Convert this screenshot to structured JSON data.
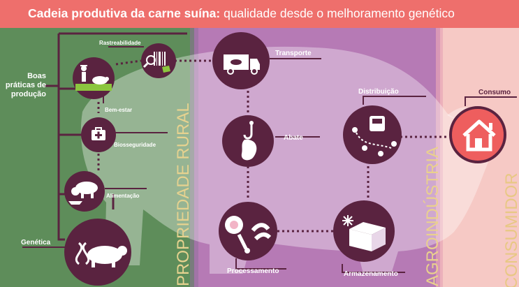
{
  "header": {
    "title_bold": "Cadeia produtiva da carne suína:",
    "title_rest": " qualidade desde o melhoramento genético"
  },
  "colors": {
    "banner": "#ee6f6c",
    "rural_zone": "#5e8d5a",
    "agro_zone": "#b67ab5",
    "consumer_zone": "#f6c9c5",
    "node_fill": "#5a2340",
    "consumer_node": "#ee5e5e",
    "icon_color": "#ffffff"
  },
  "sections": {
    "rural": "PROPRIEDADE RURAL",
    "agro": "AGROINDÚSTRIA",
    "consumer": "CONSUMIDOR"
  },
  "group_label": {
    "line1": "Boas",
    "line2": "práticas de",
    "line3": "produção"
  },
  "nodes": {
    "genetica": "Genética",
    "alimentacao": "Alimentação",
    "biosseguridade": "Biosseguridade",
    "bem_estar": "Bem-estar",
    "rastreabilidade": "Rastreabilidade",
    "transporte": "Transporte",
    "abate": "Abate",
    "processamento": "Processamento",
    "armazenamento": "Armazenamento",
    "distribuicao": "Distribuição",
    "consumo": "Consumo"
  },
  "icons": {
    "genetica": "pig-dna-icon",
    "alimentacao": "pig-eating-icon",
    "biosseguridade": "medical-kit-icon",
    "bem_estar": "farmer-with-pig-icon",
    "rastreabilidade": "barcode-magnifier-icon",
    "transporte": "truck-icon",
    "abate": "meat-hook-icon",
    "processamento": "meat-products-icon",
    "armazenamento": "cold-storage-box-icon",
    "distribuicao": "distribution-route-icon",
    "consumo": "house-icon"
  }
}
